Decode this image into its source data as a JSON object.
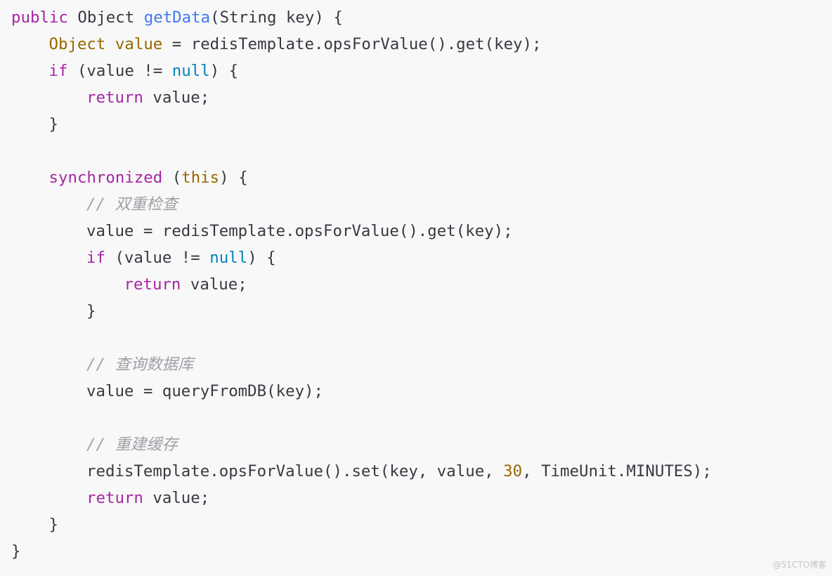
{
  "editor": {
    "language": "java",
    "lines": [
      {
        "indent": 0,
        "tokens": [
          {
            "t": "public",
            "k": "keyword"
          },
          {
            "t": " Object ",
            "k": "plain"
          },
          {
            "t": "getData",
            "k": "func"
          },
          {
            "t": "(String key) {",
            "k": "plain"
          }
        ]
      },
      {
        "indent": 1,
        "tokens": [
          {
            "t": "Object",
            "k": "type"
          },
          {
            "t": " ",
            "k": "plain"
          },
          {
            "t": "value",
            "k": "type"
          },
          {
            "t": " = redisTemplate.opsForValue().get(key);",
            "k": "plain"
          }
        ]
      },
      {
        "indent": 1,
        "tokens": [
          {
            "t": "if",
            "k": "keyword"
          },
          {
            "t": " (value != ",
            "k": "plain"
          },
          {
            "t": "null",
            "k": "literal"
          },
          {
            "t": ") {",
            "k": "plain"
          }
        ]
      },
      {
        "indent": 2,
        "tokens": [
          {
            "t": "return",
            "k": "keyword"
          },
          {
            "t": " value;",
            "k": "plain"
          }
        ]
      },
      {
        "indent": 1,
        "tokens": [
          {
            "t": "}",
            "k": "plain"
          }
        ]
      },
      {
        "indent": 0,
        "tokens": []
      },
      {
        "indent": 1,
        "tokens": [
          {
            "t": "synchronized",
            "k": "keyword"
          },
          {
            "t": " (",
            "k": "plain"
          },
          {
            "t": "this",
            "k": "type"
          },
          {
            "t": ") {",
            "k": "plain"
          }
        ]
      },
      {
        "indent": 2,
        "tokens": [
          {
            "t": "// 双重检查",
            "k": "comment"
          }
        ]
      },
      {
        "indent": 2,
        "tokens": [
          {
            "t": "value = redisTemplate.opsForValue().get(key);",
            "k": "plain"
          }
        ]
      },
      {
        "indent": 2,
        "tokens": [
          {
            "t": "if",
            "k": "keyword"
          },
          {
            "t": " (value != ",
            "k": "plain"
          },
          {
            "t": "null",
            "k": "literal"
          },
          {
            "t": ") {",
            "k": "plain"
          }
        ]
      },
      {
        "indent": 3,
        "tokens": [
          {
            "t": "return",
            "k": "keyword"
          },
          {
            "t": " value;",
            "k": "plain"
          }
        ]
      },
      {
        "indent": 2,
        "tokens": [
          {
            "t": "}",
            "k": "plain"
          }
        ]
      },
      {
        "indent": 0,
        "tokens": []
      },
      {
        "indent": 2,
        "tokens": [
          {
            "t": "// 查询数据库",
            "k": "comment"
          }
        ]
      },
      {
        "indent": 2,
        "tokens": [
          {
            "t": "value = queryFromDB(key);",
            "k": "plain"
          }
        ]
      },
      {
        "indent": 0,
        "tokens": []
      },
      {
        "indent": 2,
        "tokens": [
          {
            "t": "// 重建缓存",
            "k": "comment"
          }
        ]
      },
      {
        "indent": 2,
        "tokens": [
          {
            "t": "redisTemplate.opsForValue().set(key, value, ",
            "k": "plain"
          },
          {
            "t": "30",
            "k": "number"
          },
          {
            "t": ", TimeUnit.MINUTES);",
            "k": "plain"
          }
        ]
      },
      {
        "indent": 2,
        "tokens": [
          {
            "t": "return",
            "k": "keyword"
          },
          {
            "t": " value;",
            "k": "plain"
          }
        ]
      },
      {
        "indent": 1,
        "tokens": [
          {
            "t": "}",
            "k": "plain"
          }
        ]
      },
      {
        "indent": 0,
        "tokens": [
          {
            "t": "}",
            "k": "plain"
          }
        ]
      }
    ]
  },
  "colors": {
    "background": "#f8f8f8",
    "keyword": "#a626a4",
    "type": "#986801",
    "func": "#4078f2",
    "literal": "#0184bc",
    "comment": "#a0a1a7",
    "plain": "#383a42"
  },
  "watermark": {
    "text": "@51CTO博客"
  }
}
